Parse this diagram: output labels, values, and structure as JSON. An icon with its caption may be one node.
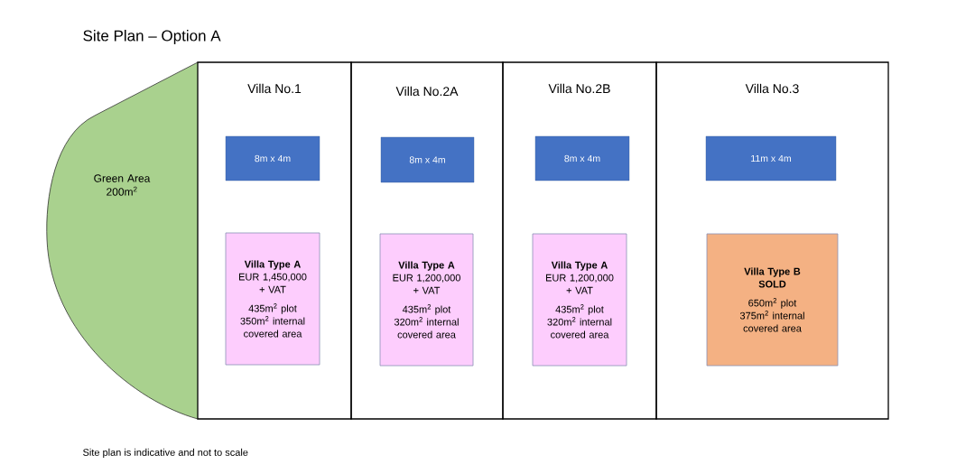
{
  "diagram": {
    "title": "Site Plan – Option A",
    "caption": "Site plan is indicative and not to scale",
    "nodes": [
      {
        "text": [
          "Green Area 200m$^{2}$"
        ]
      },
      {
        "text": [
          "Villa No.1"
        ]
      },
      {
        "text": [
          "8m x 4m"
        ],
        "in": 1
      },
      {
        "text": [
          "Villa Type A",
          "EUR 1,450,000 + VAT",
          "435m$^{2}$ plot 350m$^{2}$ internal covered area"
        ],
        "in": 1
      },
      {
        "text": [
          "Villa No.2A"
        ]
      },
      {
        "text": [
          "8m x 4m"
        ],
        "in": 4
      },
      {
        "text": [
          "Villa Type A",
          "EUR 1,200,000 + VAT",
          "435m$^{2}$ plot 320m$^{2}$ internal covered area"
        ],
        "in": 4
      },
      {
        "text": [
          "Villa No.2B"
        ]
      },
      {
        "text": [
          "8m x 4m"
        ],
        "in": 7
      },
      {
        "text": [
          "Villa Type A",
          "EUR 1,200,000 + VAT",
          "435m$^{2}$ plot 320m$^{2}$ internal covered area"
        ],
        "in": 7
      },
      {
        "text": [
          "Villa No.3"
        ]
      },
      {
        "text": [
          "11m x 4m"
        ],
        "in": 10
      },
      {
        "text": [
          "Villa Type B",
          "SOLD",
          "650m$^{2}$ plot 375m$^{2}$ internal covered area"
        ],
        "in": 10
      }
    ]
  }
}
